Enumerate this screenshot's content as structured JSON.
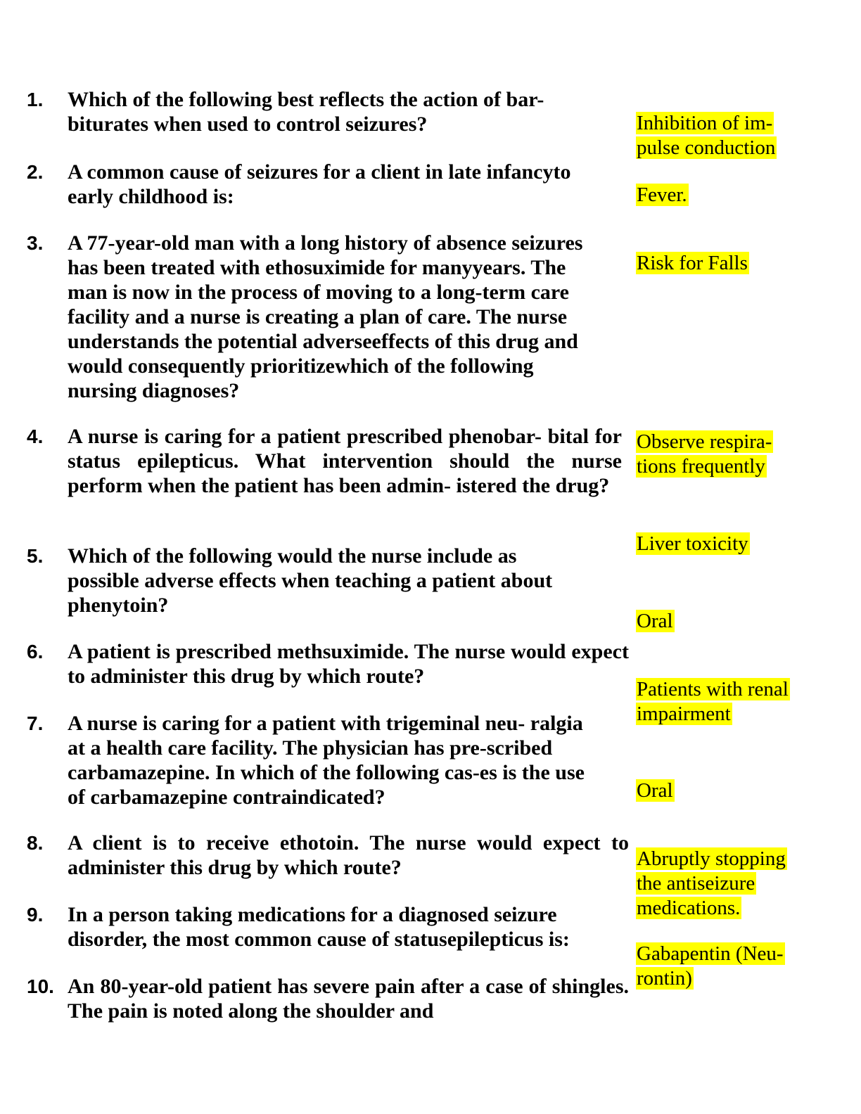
{
  "questions": [
    {
      "number": "1.",
      "text": "Which of the following best reflects the action of bar-\nbiturates when used to control seizures?"
    },
    {
      "number": "2.",
      "text": "A common cause of seizures for a client in late infancyto\nearly childhood is:"
    },
    {
      "number": "3.",
      "text": "A 77-year-old man with a long history of absence seizures\nhas been treated with ethosuximide for manyyears.  The\nman is now in the process of moving to a long-term care\nfacility and a nurse is creating a plan of care. The nurse\nunderstands the potential adverseeffects of this drug and\nwould consequently prioritizewhich of the following\nnursing diagnoses?"
    },
    {
      "number": "4.",
      "text": "A nurse  is caring  for a patient prescribed phenobar- bital for status epilepticus. What intervention should the nurse perform when the patient has been admin- istered the drug?"
    },
    {
      "number": "5.",
      "text": "Which of the following would the nurse include as\npossible adverse effects when teaching a patient about\nphenytoin?"
    },
    {
      "number": "6.",
      "text": "A patient is prescribed methsuximide. The nurse would expect to administer this drug by which route?"
    },
    {
      "number": "7.",
      "text": "A nurse is caring for a patient with trigeminal neu- ralgia\nat a health care facility. The physician has pre-scribed\ncarbamazepine. In which of the following cas-es is  the  use\nof carbamazepine contraindicated?"
    },
    {
      "number": "8.",
      "text": "A client is to receive ethotoin. The nurse would expect to administer this drug by which route?"
    },
    {
      "number": "9.",
      "text": "In a person taking medications for a diagnosed seizure\ndisorder, the most common cause of statusepilepticus is:"
    },
    {
      "number": "10.",
      "text": "An 80-year-old patient has severe pain after a case of shingles. The pain is noted along the shoulder and"
    }
  ],
  "answers": [
    {
      "text": "Inhibition of im-\npulse conduction"
    },
    {
      "text": "Fever."
    },
    {
      "text": "Risk for Falls"
    },
    {
      "text": "Observe respira-\ntions frequently"
    },
    {
      "text": "Liver toxicity"
    },
    {
      "text": "Oral"
    },
    {
      "text": "Patients with renal\nimpairment"
    },
    {
      "text": "Oral"
    },
    {
      "text": "Abruptly stopping\nthe antiseizure\nmedications."
    },
    {
      "text": "Gabapentin (Neu-\nrontin)"
    }
  ],
  "colors": {
    "highlight": "#ffff00",
    "text": "#000000"
  }
}
